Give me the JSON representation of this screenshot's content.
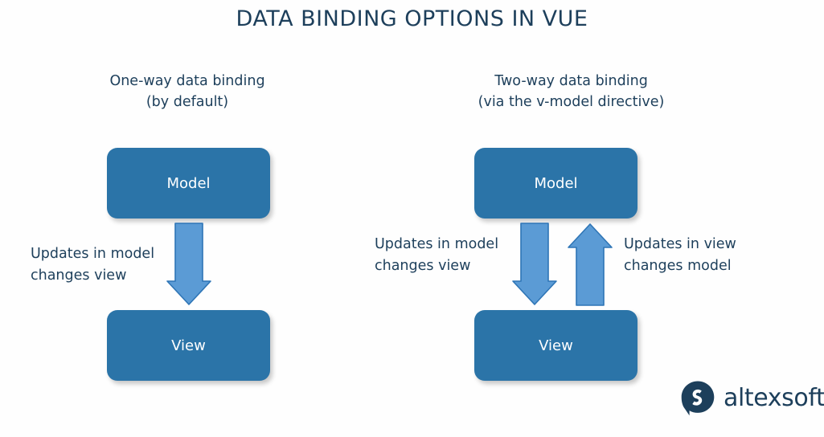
{
  "title": "DATA BINDING OPTIONS IN VUE",
  "colors": {
    "title_text": "#1d3f5b",
    "box_fill": "#2b74a8",
    "box_text": "#ffffff",
    "arrow_fill": "#5b9bd5",
    "arrow_stroke": "#2e75b6",
    "label_text": "#1d3f5b",
    "background": "#fefefe",
    "logo": "#1d3f5b"
  },
  "columns": {
    "left": {
      "heading_line1": "One-way data binding",
      "heading_line2": "(by default)",
      "nodes": {
        "top": "Model",
        "bottom": "View"
      },
      "labels": {
        "down_arrow_line1": "Updates in model",
        "down_arrow_line2": "changes view"
      }
    },
    "right": {
      "heading_line1": "Two-way data binding",
      "heading_line2": "(via the v-model directive)",
      "nodes": {
        "top": "Model",
        "bottom": "View"
      },
      "labels": {
        "down_arrow_line1": "Updates in model",
        "down_arrow_line2": "changes view",
        "up_arrow_line1": "Updates in view",
        "up_arrow_line2": "changes model"
      }
    }
  },
  "logo": {
    "wordmark": "altexsoft",
    "mark_name": "altexsoft-speech-bubble-mark"
  }
}
